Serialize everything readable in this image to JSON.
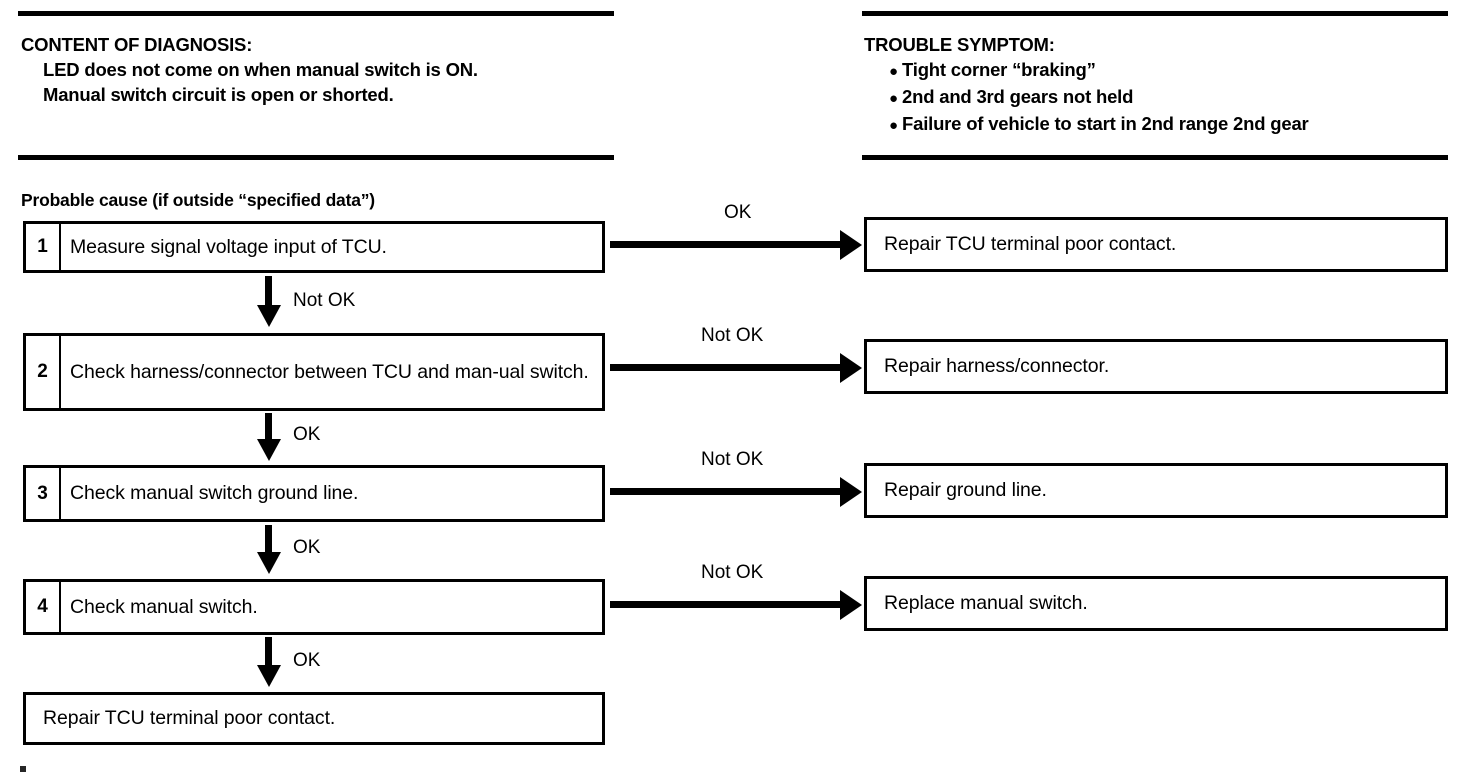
{
  "header": {
    "diagnosis": {
      "title": "CONTENT OF DIAGNOSIS:",
      "lines": [
        "LED does not come on when manual switch is ON.",
        "Manual switch circuit is open or shorted."
      ]
    },
    "symptom": {
      "title": "TROUBLE SYMPTOM:",
      "bullet_glyph": "●",
      "items": [
        "Tight corner “braking”",
        "2nd and 3rd gears not held",
        "Failure of vehicle to start in 2nd range 2nd gear"
      ]
    }
  },
  "probable_cause_caption": "Probable cause (if outside “specified data”)",
  "steps": [
    {
      "number": "1",
      "text": "Measure signal voltage input of TCU."
    },
    {
      "number": "2",
      "text": "Check harness/connector between TCU and man-ual switch."
    },
    {
      "number": "3",
      "text": "Check manual switch ground line."
    },
    {
      "number": "4",
      "text": "Check manual switch."
    }
  ],
  "final_step": {
    "text": "Repair TCU terminal poor contact."
  },
  "results": [
    {
      "text": "Repair TCU terminal poor contact."
    },
    {
      "text": "Repair harness/connector."
    },
    {
      "text": "Repair ground line."
    },
    {
      "text": "Replace manual switch."
    }
  ],
  "vertical_labels": [
    "Not OK",
    "OK",
    "OK",
    "OK"
  ],
  "horizontal_labels": [
    "OK",
    "Not OK",
    "Not OK",
    "Not OK"
  ],
  "colors": {
    "ink": "#000000",
    "paper": "#ffffff"
  }
}
